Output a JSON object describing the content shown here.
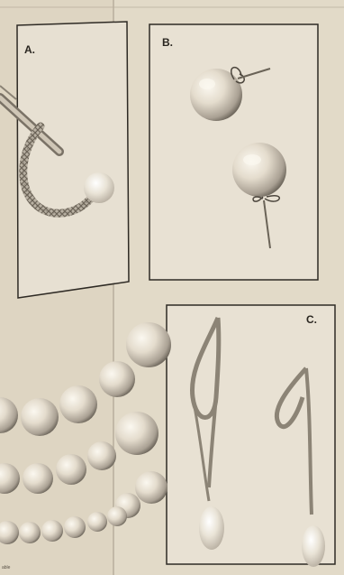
{
  "figure": {
    "panels": [
      {
        "id": "a",
        "label": "A."
      },
      {
        "id": "b",
        "label": "B."
      },
      {
        "id": "c",
        "label": "C."
      }
    ],
    "caption_fragment": "able"
  },
  "colors": {
    "paper": "#ded5c2",
    "frame": "#2e2a24",
    "pearl": "#d9d1c3",
    "cord": "#8c8476"
  }
}
